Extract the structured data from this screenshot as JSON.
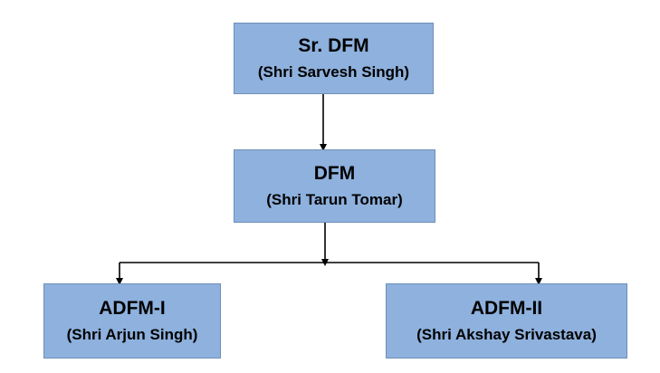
{
  "org_chart": {
    "nodes": [
      {
        "id": "srdfm",
        "title": "Sr. DFM",
        "name": "(Shri Sarvesh Singh)"
      },
      {
        "id": "dfm",
        "title": "DFM",
        "name": "(Shri Tarun Tomar)"
      },
      {
        "id": "adfm1",
        "title": "ADFM-I",
        "name": "(Shri Arjun Singh)"
      },
      {
        "id": "adfm2",
        "title": "ADFM-II",
        "name": "(Shri Akshay Srivastava)"
      }
    ],
    "edges": [
      {
        "from": "srdfm",
        "to": "dfm"
      },
      {
        "from": "dfm",
        "to": "adfm1"
      },
      {
        "from": "dfm",
        "to": "adfm2"
      }
    ]
  },
  "colors": {
    "box_fill": "#8eb1dd",
    "box_border": "#6f8fb8",
    "connector": "#000000"
  }
}
